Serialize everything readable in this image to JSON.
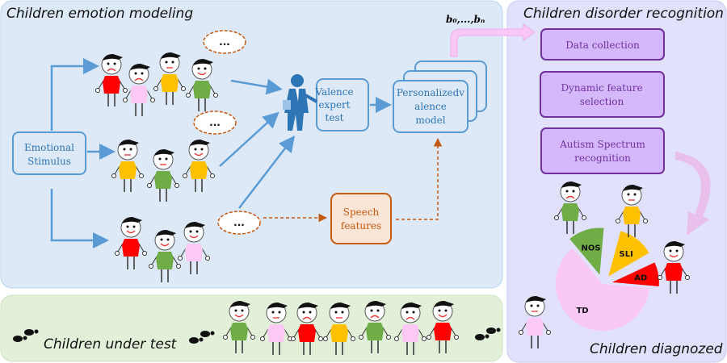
{
  "panels": {
    "emotion_modeling": {
      "title": "Children emotion modeling"
    },
    "under_test": {
      "title": "Children under test"
    },
    "disorder_recognition": {
      "title": "Children disorder recognition"
    },
    "diagnozed": {
      "title": "Children diagnozed"
    }
  },
  "nodes": {
    "stimulus": [
      "Emotional",
      "Stimulus"
    ],
    "valence_test": [
      "Valence",
      "expert",
      "test"
    ],
    "model": [
      "Personalizedv",
      "alence",
      "model"
    ],
    "speech": [
      "Speech",
      "features"
    ],
    "params": "b₀,...,bₙ",
    "speech_bubble": "..."
  },
  "steps": [
    [
      "Data collection"
    ],
    [
      "Dynamic feature",
      "selection"
    ],
    [
      "Autism Spectrum",
      "recognition"
    ]
  ],
  "pie": {
    "slices": [
      {
        "label": "TD",
        "color": "#f9c8f5"
      },
      {
        "label": "NOS",
        "color": "#70ad47"
      },
      {
        "label": "SLI",
        "color": "#ffc000"
      },
      {
        "label": "AD",
        "color": "#ff0000"
      }
    ]
  },
  "colors": {
    "blue_panel": "#dde9f6",
    "green_panel": "#e2efd9",
    "purple_panel": "#e1e1fb",
    "blue_stroke": "#5b9bd5",
    "orange": "#c55a11",
    "purple_box": "#d5b8fb",
    "purple_stroke": "#7030a0"
  },
  "icons": [
    "child-figure-icon",
    "businessman-icon",
    "footprints-icon",
    "speech-bubble-icon"
  ]
}
